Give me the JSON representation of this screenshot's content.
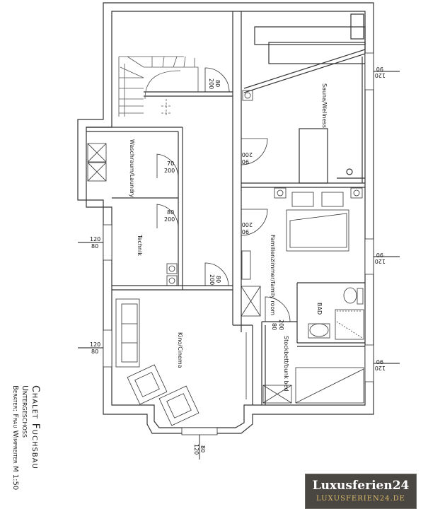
{
  "title_block": {
    "project": "Chalet Fuchsbau",
    "level": "Untergeschoss",
    "advisor": "Berater: Frau Wimpreiter  M 1:50"
  },
  "rooms": {
    "sauna": "Sauna/Wellness",
    "laundry": "Waschraum/Laundry",
    "technik": "Technik",
    "family_room": "Familienzimmer/family room",
    "bad": "BAD",
    "bunk_bed": "Stockbett/bunk bed",
    "kino": "Kino/Cinema"
  },
  "dimensions": {
    "door_stair_w": "80",
    "door_stair_h": "200",
    "door_laundry_w": "70",
    "door_laundry_h": "200",
    "door_technik_w": "80",
    "door_technik_h": "200",
    "door_hall_w": "80",
    "door_hall_h": "200",
    "door_sauna_w": "90",
    "door_sauna_h": "200",
    "door_family_w": "90",
    "door_family_h": "200",
    "door_bunk_w": "80",
    "door_bunk_h": "200",
    "win_sauna_w": "90",
    "win_sauna_h": "120",
    "win_family_w": "90",
    "win_family_h": "120",
    "win_bunk_w": "90",
    "win_bunk_h": "120",
    "win_technik_w": "120",
    "win_technik_h": "80",
    "win_kino_w": "120",
    "win_kino_h": "80",
    "win_bottom_w": "80",
    "win_bottom_h": "120"
  },
  "branding": {
    "name": "Luxusferien24",
    "url": "LUXUSFERIEN24.DE"
  },
  "colors": {
    "wall": "#333333",
    "brand_bg": "#4a4743",
    "brand_url": "#d9b86a"
  }
}
